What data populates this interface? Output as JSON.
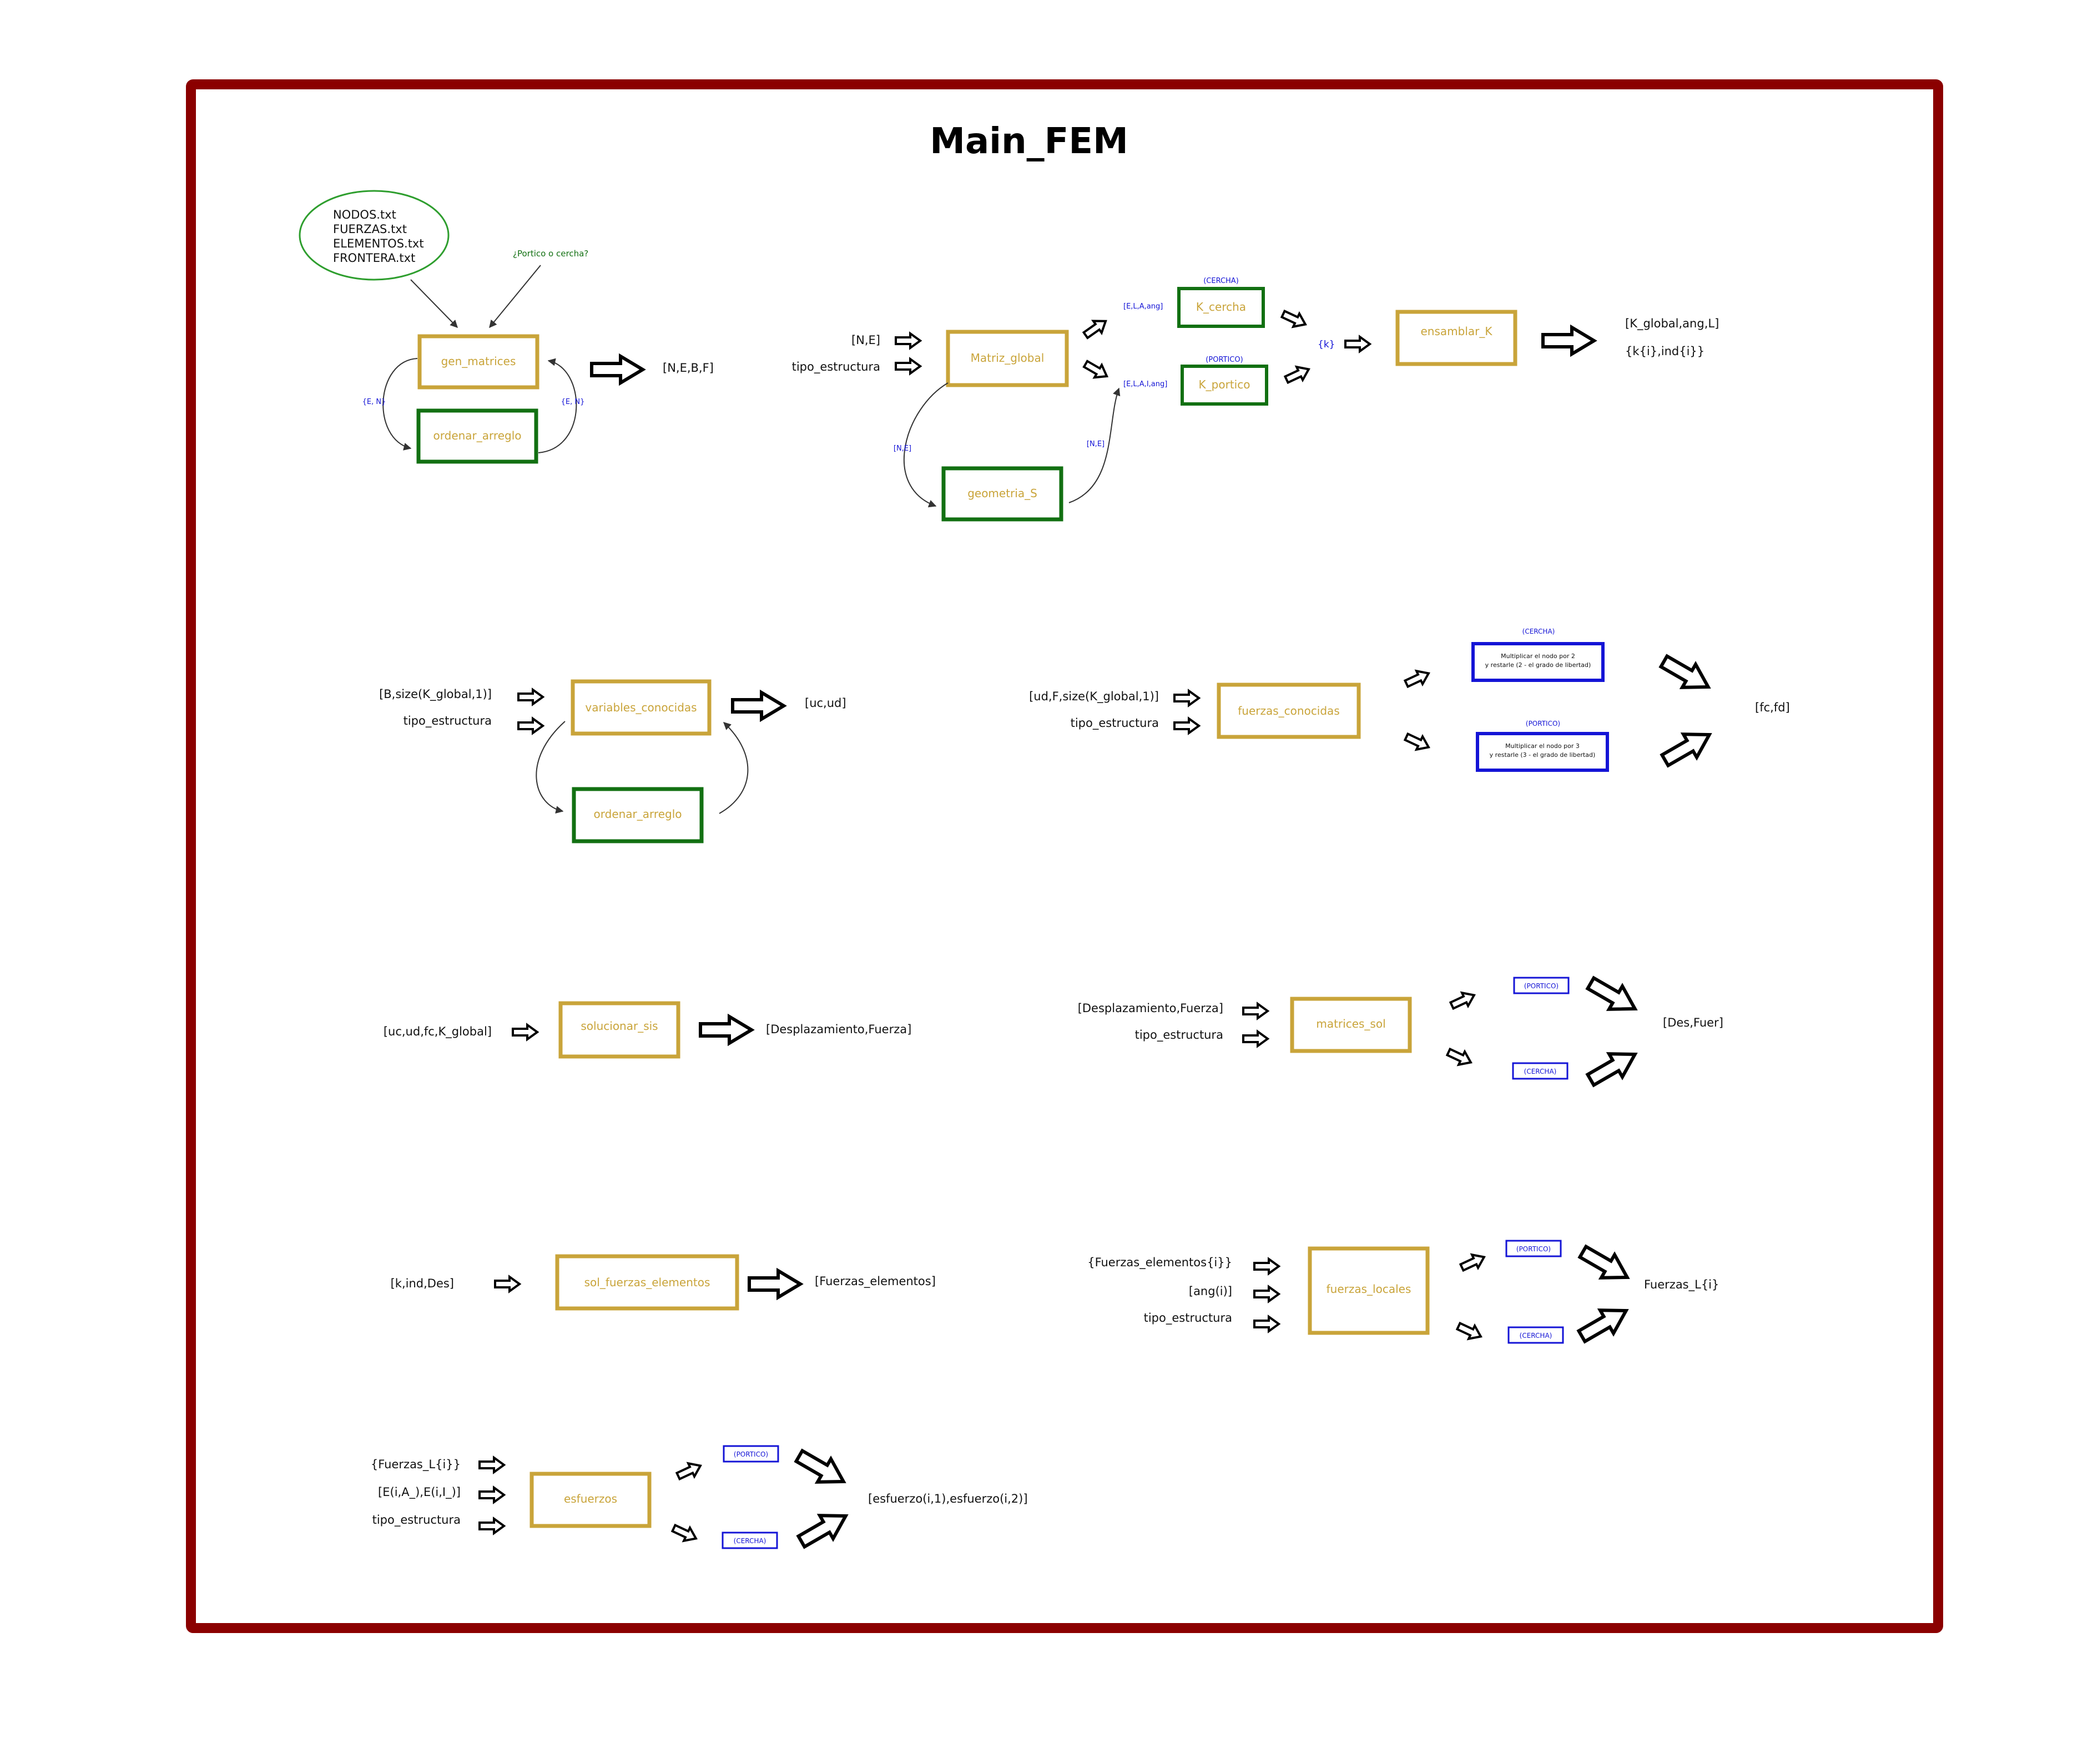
{
  "title": "Main_FEM",
  "colors": {
    "frame": "#8b0000",
    "gold": "#c9a43a",
    "green": "#127012",
    "blue": "#1414d6",
    "ellipse_green": "#2e9e2e",
    "note_green": "#127012",
    "text": "#111111"
  },
  "input_files": [
    "NODOS.txt",
    "FUERZAS.txt",
    "ELEMENTOS.txt",
    "FRONTERA.txt"
  ],
  "notes": {
    "portico_cercha_question": "¿Portico o cercha?",
    "en": "{E, N}",
    "ne": "[N,E]",
    "ela_ang": "[E,L,A,ang]",
    "elai_ang": "[E,L,A,I,ang]",
    "k": "{k}"
  },
  "boxes": {
    "gen_matrices": "gen_matrices",
    "ordenar_arreglo": "ordenar_arreglo",
    "matriz_global": "Matriz_global",
    "geometria_s": "geometria_S",
    "k_cercha": "K_cercha",
    "k_portico": "K_portico",
    "ensamblar_k": "ensamblar_K",
    "variables_conocidas": "variables_conocidas",
    "ordenar_arreglo_2": "ordenar_arreglo",
    "fuerzas_conocidas": "fuerzas_conocidas",
    "solucionar_sis": "solucionar_sis",
    "matrices_sol": "matrices_sol",
    "sol_fuerzas_elementos": "sol_fuerzas_elementos",
    "fuerzas_locales": "fuerzas_locales",
    "esfuerzos": "esfuerzos"
  },
  "tags": {
    "cercha": "(CERCHA)",
    "portico": "(PORTICO)"
  },
  "multiplicar": {
    "cercha_line1": "Multiplicar el nodo por 2",
    "cercha_line2": "y restarle (2 - el grado de libertad)",
    "portico_line1": "Multiplicar el nodo por 3",
    "portico_line2": "y restarle (3 - el grado de libertad)"
  },
  "labels": {
    "nebf": "[N,E,B,F]",
    "ne_in": "[N,E]",
    "tipo_estructura": "tipo_estructura",
    "kglobal_out1": "[K_global,ang,L]",
    "kglobal_out2": "{k{i},ind{i}}",
    "b_size": "[B,size(K_global,1)]",
    "uc_ud": "[uc,ud]",
    "ud_f_size": "[ud,F,size(K_global,1)]",
    "fc_fd": "[fc,fd]",
    "uc_ud_fc": "[uc,ud,fc,K_global]",
    "desp_fuerza": "[Desplazamiento,Fuerza]",
    "desp_fuerza_in": "[Desplazamiento,Fuerza]",
    "des_fuer": "[Des,Fuer]",
    "k_ind_des": "[k,ind,Des]",
    "fuerzas_elementos": "[Fuerzas_elementos]",
    "fuerzas_elementos_i": "{Fuerzas_elementos{i}}",
    "ang_i": "[ang(i)]",
    "fuerzas_l_i_out": "Fuerzas_L{i}",
    "fuerzas_l_i_in": "{Fuerzas_L{i}}",
    "e_i_a": "[E(i,A_),E(i,I_)]",
    "esfuerzo_out": "[esfuerzo(i,1),esfuerzo(i,2)]"
  }
}
